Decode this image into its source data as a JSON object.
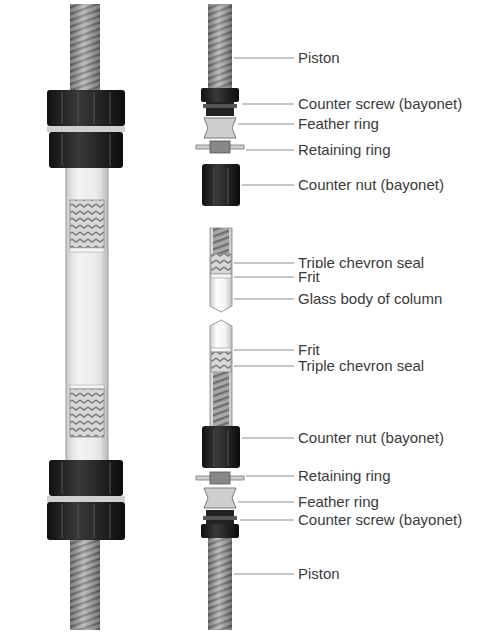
{
  "diagram": {
    "labels": [
      "Piston",
      "Counter screw (bayonet)",
      "Feather ring",
      "Retaining ring",
      "Counter nut (bayonet)",
      "Triple chevron seal",
      "Frit",
      "Glass body of column",
      "Frit",
      "Triple chevron seal",
      "Counter nut (bayonet)",
      "Retaining ring",
      "Feather ring",
      "Counter screw (bayonet)",
      "Piston"
    ]
  }
}
